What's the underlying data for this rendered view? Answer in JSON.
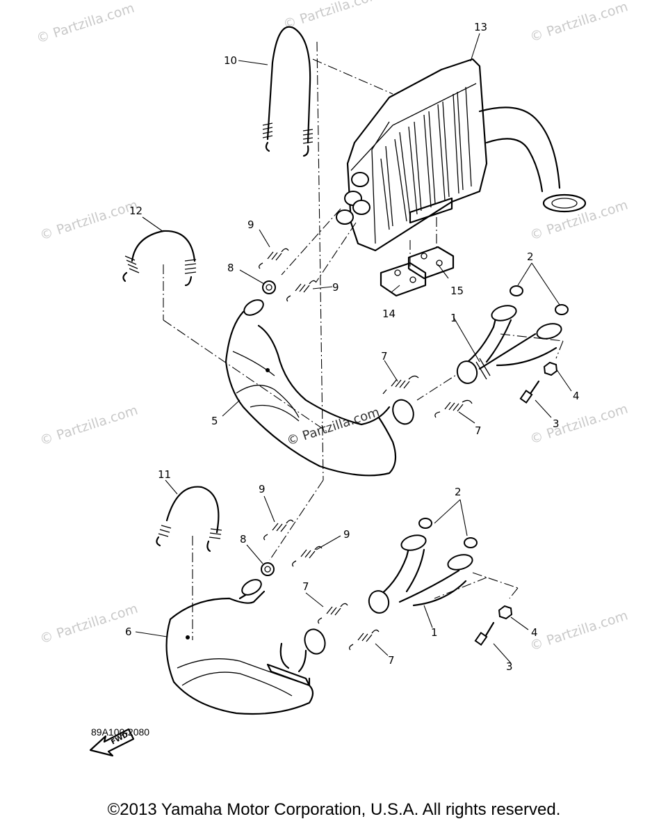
{
  "watermark": "© Partzilla.com",
  "callouts": {
    "c1a": "1",
    "c1b": "1",
    "c2a": "2",
    "c2b": "2",
    "c3a": "3",
    "c3b": "3",
    "c4a": "4",
    "c4b": "4",
    "c5": "5",
    "c6": "6",
    "c7a": "7",
    "c7b": "7",
    "c7c": "7",
    "c7d": "7",
    "c8a": "8",
    "c8b": "8",
    "c9a": "9",
    "c9b": "9",
    "c9c": "9",
    "c9d": "9",
    "c10": "10",
    "c11": "11",
    "c12": "12",
    "c13": "13",
    "c14": "14",
    "c15": "15"
  },
  "fwd_label": "FWD",
  "diagram_ref": "89A100-2080",
  "footer": "©2013  Yamaha Motor Corporation, U.S.A. All rights reserved."
}
